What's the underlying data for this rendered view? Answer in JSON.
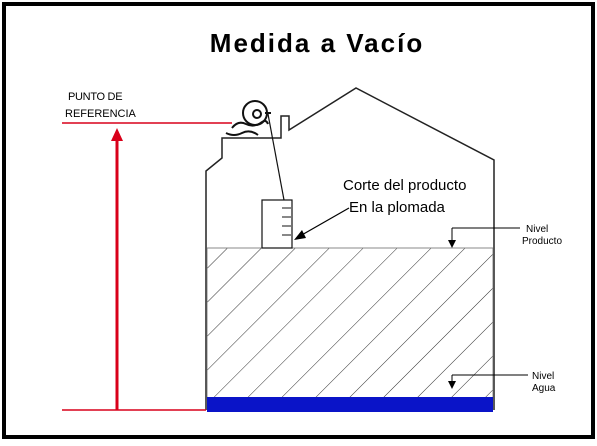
{
  "title": "Medida a Vacío",
  "labels": {
    "reference_line1": "PUNTO DE",
    "reference_line2": "REFERENCIA",
    "cut_line1": "Corte del producto",
    "cut_line2": "En la plomada",
    "product_level_line1": "Nivel",
    "product_level_line2": "Producto",
    "water_level_line1": "Nivel",
    "water_level_line2": "Agua"
  },
  "colors": {
    "frame": "#000000",
    "reference_red": "#d9001a",
    "water_blue": "#0a14c8",
    "tank_line": "#222222",
    "hatch": "#333333"
  },
  "levels": {
    "product_fill_fraction": 0.82,
    "water_fill_fraction": 0.11
  }
}
